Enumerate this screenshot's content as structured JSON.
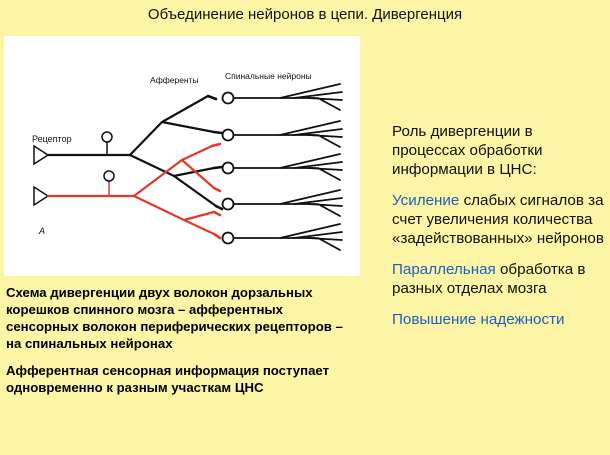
{
  "title": "Объединение нейронов в цепи. Дивергенция",
  "figure": {
    "label_receptor": "Рецептор",
    "label_afferents": "Афференты",
    "label_spinal": "Спинальные нейроны",
    "label_panel": "А"
  },
  "caption": {
    "para1": "Схема дивергенции двух волокон дорзальных корешков спинного мозга – афферентных сенсорных волокон периферических рецепторов – на спинальных нейронах",
    "para2": "Афферентная сенсорная информация поступает одновременно к разным участкам ЦНС"
  },
  "right": {
    "intro": "Роль дивергенции в процессах обработки информации в ЦНС:",
    "item1_highlight": "Усиление",
    "item1_rest": " слабых сигналов за счет увеличения количества «задействованных» нейронов",
    "item2_highlight": "Параллельная",
    "item2_rest": " обработка в разных отделах мозга",
    "item3_highlight": "Повышение надежности"
  },
  "colors": {
    "background": "#fdf5a6",
    "highlight": "#1f5fbf",
    "fiber_black": "#111111",
    "fiber_red": "#e23a2a"
  }
}
